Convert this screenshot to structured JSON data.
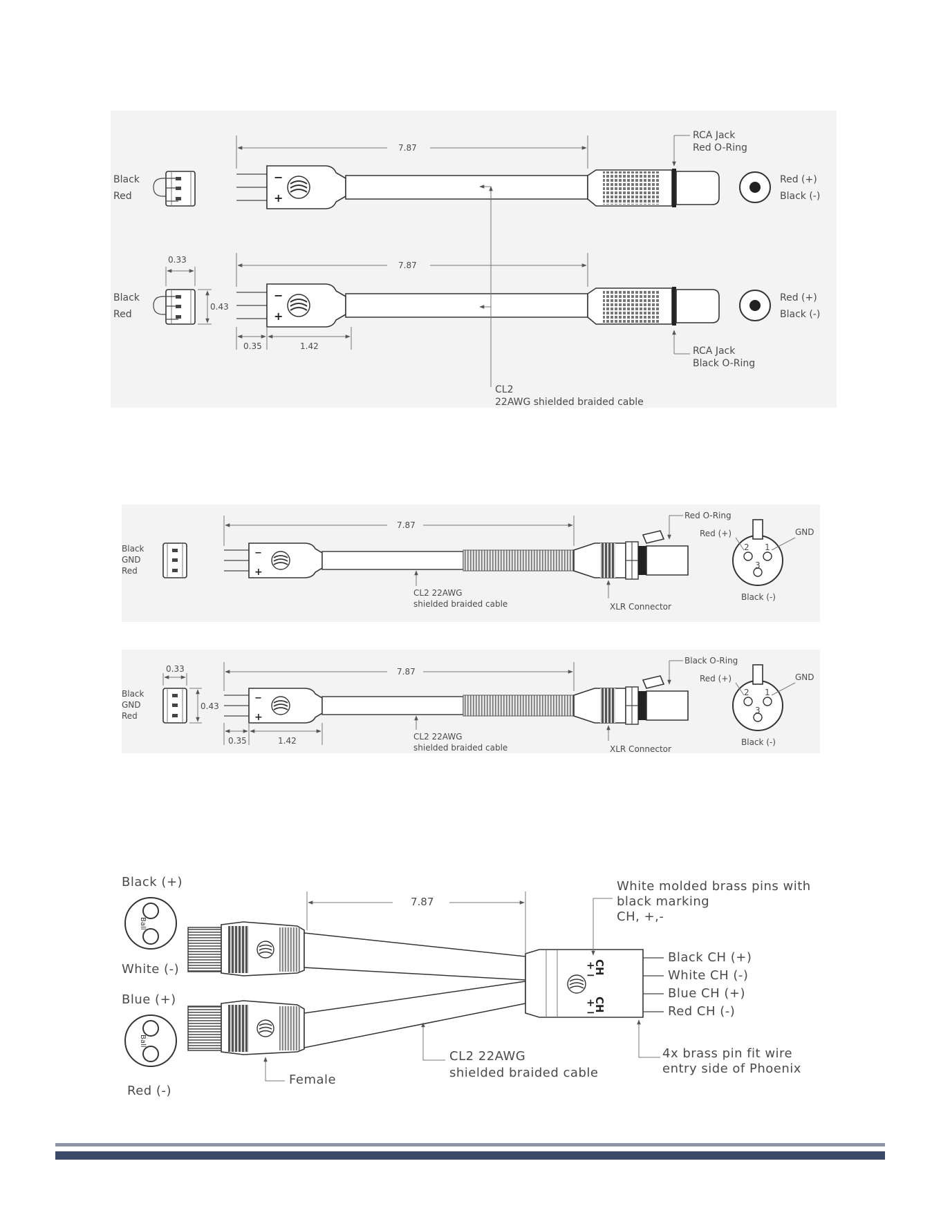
{
  "diagram1": {
    "top": {
      "wire_labels": [
        "Black",
        "Red"
      ],
      "length": "7.87",
      "jack_label": [
        "RCA Jack",
        "Red O-Ring"
      ],
      "pinout": [
        "Red (+)",
        "Black (-)"
      ]
    },
    "bottom": {
      "wire_labels": [
        "Black",
        "Red"
      ],
      "width_dim": "0.33",
      "height_dim": "0.43",
      "pin_dim": "0.35",
      "body_dim": "1.42",
      "length": "7.87",
      "jack_label": [
        "RCA Jack",
        "Black O-Ring"
      ],
      "pinout": [
        "Red (+)",
        "Black (-)"
      ]
    },
    "cable_label": [
      "CL2",
      "22AWG shielded braided cable"
    ]
  },
  "diagram2": {
    "top": {
      "wire_labels": [
        "Black",
        "GND",
        "Red"
      ],
      "length": "7.87",
      "oring_label": "Red O-Ring",
      "cable_label": [
        "CL2 22AWG",
        "shielded braided cable"
      ],
      "connector_label": "XLR Connector",
      "pinout": {
        "plus": "Red (+)",
        "gnd": "GND",
        "minus": "Black (-)",
        "pin1": "1",
        "pin2": "2",
        "pin3": "3"
      }
    },
    "bottom": {
      "wire_labels": [
        "Black",
        "GND",
        "Red"
      ],
      "width_dim": "0.33",
      "height_dim": "0.43",
      "pin_dim": "0.35",
      "body_dim": "1.42",
      "length": "7.87",
      "oring_label": "Black O-Ring",
      "cable_label": [
        "CL2 22AWG",
        "shielded braided cable"
      ],
      "connector_label": "XLR Connector",
      "pinout": {
        "plus": "Red (+)",
        "gnd": "GND",
        "minus": "Black (-)",
        "pin1": "1",
        "pin2": "2",
        "pin3": "3"
      }
    }
  },
  "diagram3": {
    "upper_face": {
      "top": "Black (+)",
      "bottom": "White (-)",
      "ball": "Ball"
    },
    "lower_face": {
      "top": "Blue (+)",
      "bottom": "Red (-)",
      "ball": "Ball"
    },
    "length": "7.87",
    "female_label": "Female",
    "cable_label": [
      "CL2 22AWG",
      "shielded braided cable"
    ],
    "pins_note": [
      "White molded brass pins with",
      "black marking",
      "CH, +,-"
    ],
    "pin_labels": [
      "Black CH (+)",
      "White CH (-)",
      "Blue CH (+)",
      "Red CH (-)"
    ],
    "fit_note": [
      "4x brass pin fit wire",
      "entry side of Phoenix"
    ],
    "marking_ch": "CH"
  },
  "colors": {
    "footer_light": "#8c96a8",
    "footer_dark": "#3b4a68"
  }
}
